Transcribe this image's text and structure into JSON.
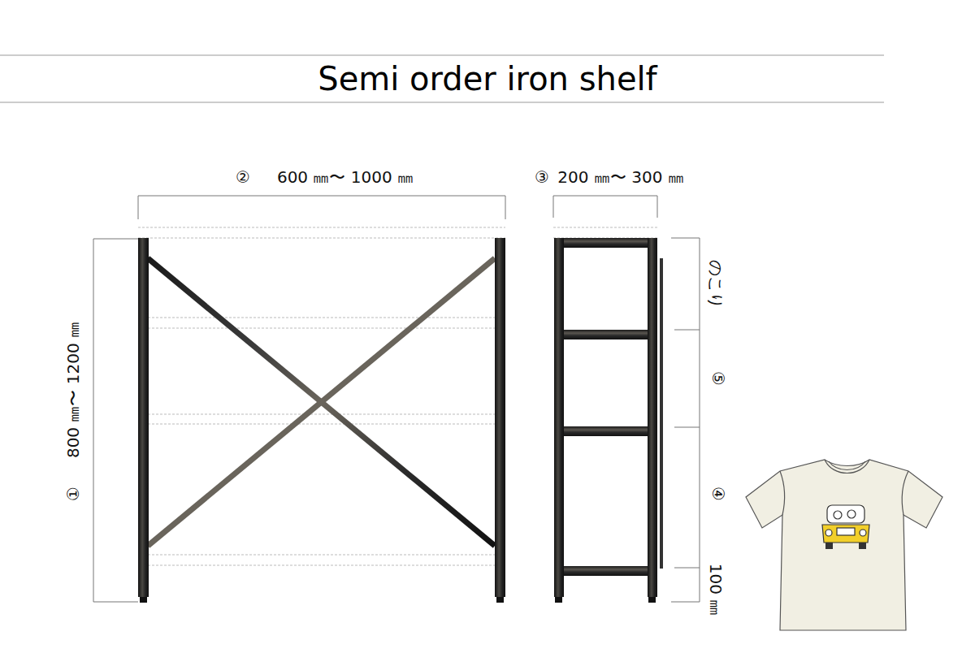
{
  "diagram": {
    "title": "Semi order iron shelf",
    "labels": [
      "②",
      "600 ㎜〜 1000 ㎜",
      "③",
      "200 ㎜〜 300 ㎜",
      "800 ㎜〜 1200 ㎜",
      "①",
      "のこり",
      "⑤",
      "④",
      "100 ㎜"
    ]
  }
}
